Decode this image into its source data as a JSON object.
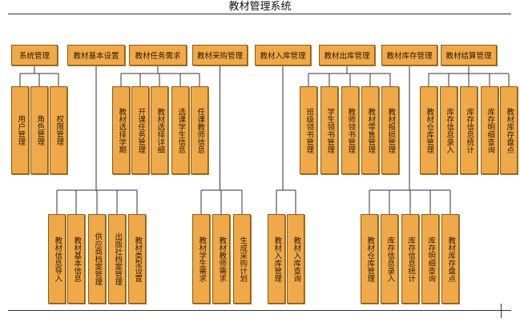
{
  "title": "教材管理系统",
  "colors": {
    "box_fill": "#f0a948",
    "box_border": "#8a5a14",
    "line": "#333333"
  },
  "modules": [
    {
      "id": "sys",
      "label": "系统管理"
    },
    {
      "id": "basic",
      "label": "教材基本设置"
    },
    {
      "id": "task",
      "label": "教材任务需求"
    },
    {
      "id": "purchase",
      "label": "教材采购管理"
    },
    {
      "id": "instock",
      "label": "教材入库管理"
    },
    {
      "id": "outstock",
      "label": "教材出库管理"
    },
    {
      "id": "inventory",
      "label": "教材库存管理"
    },
    {
      "id": "settle",
      "label": "教材结算管理"
    }
  ],
  "top_children": [
    {
      "parent": "sys",
      "labels": [
        "用户管理",
        "角色管理",
        "权限管理"
      ]
    },
    {
      "parent": "task",
      "labels": [
        "教材选择学期",
        "开课任务管理",
        "教材选择详细",
        "选课学生信息",
        "任课教师信息"
      ]
    },
    {
      "parent": "outstock",
      "labels": [
        "班级领书管理",
        "学生领书管理",
        "教师领书管理",
        "教材零售管理",
        "教材报损管理"
      ]
    },
    {
      "parent": "settle",
      "labels": [
        "教材仓库管理",
        "库存信息录入",
        "库存信息统计",
        "库存明细查询",
        "教材库存盘点"
      ]
    }
  ],
  "bottom_children": [
    {
      "parent": "basic",
      "labels": [
        "教材信息导入",
        "教材基本信息",
        "供应商档案管理",
        "出版社档案管理",
        "教材类型设置"
      ]
    },
    {
      "parent": "purchase",
      "labels": [
        "教材学生需求",
        "教材教师需求",
        "生成采购计划"
      ]
    },
    {
      "parent": "instock",
      "labels": [
        "教材入库管理",
        "教材入库查询"
      ]
    },
    {
      "parent": "inventory",
      "labels": [
        "教材仓库管理",
        "库存信息录入",
        "库存信息统计",
        "库存明细查询",
        "教材库存盘点"
      ]
    }
  ]
}
